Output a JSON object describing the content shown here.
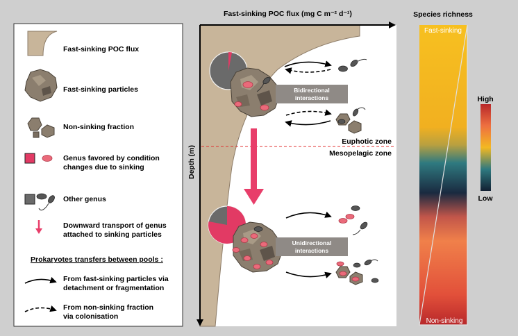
{
  "legend": {
    "poc_flux": "Fast-sinking POC flux",
    "fast_particles": "Fast-sinking particles",
    "non_sinking": "Non-sinking fraction",
    "genus_favored_1": "Genus favored by condition",
    "genus_favored_2": "changes due to sinking",
    "other_genus": "Other genus",
    "downward_1": "Downward transport of genus",
    "downward_2": "attached to sinking particles",
    "transfers_title": "Prokaryotes transfers between pools :",
    "solid_1": "From fast-sinking particles via",
    "solid_2": "detachment or fragmentation",
    "dashed_1": "From non-sinking fraction",
    "dashed_2": "via colonisation"
  },
  "main": {
    "x_axis_label": "Fast-sinking POC flux (mg C m⁻² d⁻¹)",
    "y_axis_label": "Depth (m)",
    "euphotic": "Euphotic zone",
    "mesopelagic": "Mesopelagic zone",
    "bidirectional_1": "Bidirectional",
    "bidirectional_2": "interactions",
    "unidirectional_1": "Unidirectional",
    "unidirectional_2": "interactions",
    "pie_top_fraction": 0.03,
    "pie_bottom_fraction": 0.78
  },
  "richness": {
    "title": "Species richness",
    "fast_sinking": "Fast-sinking",
    "non_sinking": "Non-sinking",
    "scale_high": "High",
    "scale_low": "Low"
  },
  "colors": {
    "flux": "#c8b59a",
    "genus": "#e23a64",
    "other": "#6a6a6a",
    "arrow": "#e83e6a",
    "boundary": "#e03030"
  }
}
